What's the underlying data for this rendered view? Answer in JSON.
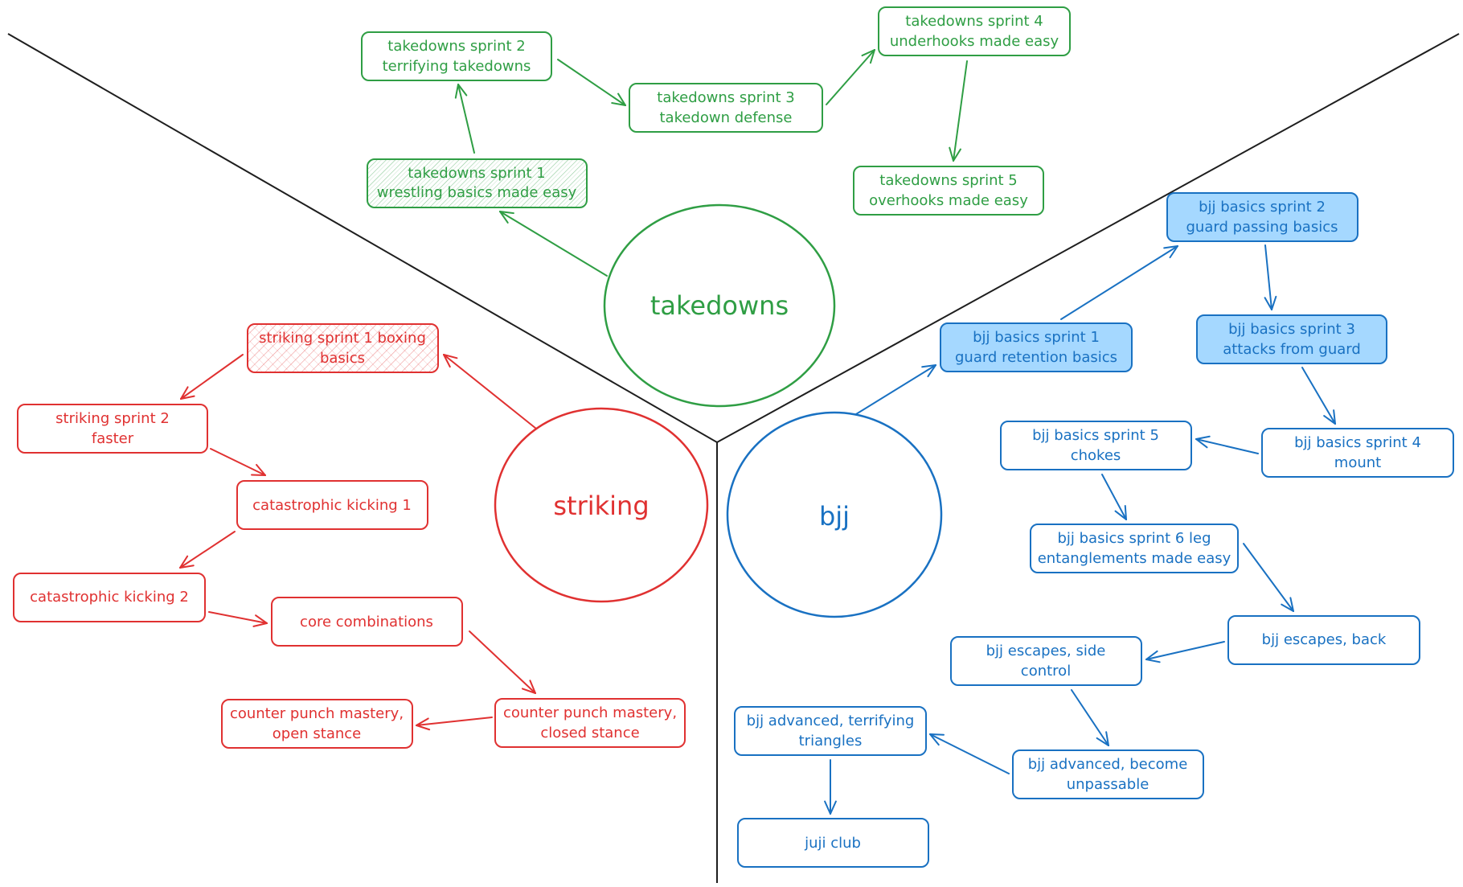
{
  "colors": {
    "green": "#2f9e44",
    "green_fill": "#b2f2bb",
    "red": "#e03131",
    "red_fill": "#ffc9c9",
    "blue": "#1971c2",
    "blue_fill": "#a5d8ff",
    "divider": "#1e1e1e"
  },
  "hubs": {
    "takedowns": "takedowns",
    "striking": "striking",
    "bjj": "bjj"
  },
  "nodes": {
    "td1": [
      "takedowns sprint 1",
      "wrestling basics made easy"
    ],
    "td2": [
      "takedowns sprint 2",
      "terrifying takedowns"
    ],
    "td3": [
      "takedowns sprint 3",
      "takedown defense"
    ],
    "td4": [
      "takedowns sprint 4",
      "underhooks made easy"
    ],
    "td5": [
      "takedowns sprint 5",
      "overhooks made easy"
    ],
    "st1": [
      "striking sprint 1 boxing",
      "basics"
    ],
    "st2": [
      "striking sprint 2",
      "faster"
    ],
    "st3": [
      "catastrophic kicking 1"
    ],
    "st4": [
      "catastrophic kicking 2"
    ],
    "st5": [
      "core combinations"
    ],
    "st6": [
      "counter punch mastery,",
      "closed stance"
    ],
    "st7": [
      "counter punch mastery,",
      "open stance"
    ],
    "bj1": [
      "bjj basics sprint 1",
      "guard retention basics"
    ],
    "bj2": [
      "bjj basics sprint 2",
      "guard passing basics"
    ],
    "bj3": [
      "bjj basics sprint 3",
      "attacks from guard"
    ],
    "bj4": [
      "bjj basics sprint 4",
      "mount"
    ],
    "bj5": [
      "bjj basics sprint 5",
      "chokes"
    ],
    "bj6": [
      "bjj basics sprint 6 leg",
      "entanglements made easy"
    ],
    "bj7": [
      "bjj escapes, back"
    ],
    "bj8": [
      "bjj escapes, side",
      "control"
    ],
    "bj9": [
      "bjj advanced, become",
      "unpassable"
    ],
    "bj10": [
      "bjj advanced, terrifying",
      "triangles"
    ],
    "bj11": [
      "juji club"
    ]
  },
  "edges": [
    [
      "hub_takedowns",
      "td1"
    ],
    [
      "td1",
      "td2"
    ],
    [
      "td2",
      "td3"
    ],
    [
      "td3",
      "td4"
    ],
    [
      "td4",
      "td5"
    ],
    [
      "hub_striking",
      "st1"
    ],
    [
      "st1",
      "st2"
    ],
    [
      "st2",
      "st3"
    ],
    [
      "st3",
      "st4"
    ],
    [
      "st4",
      "st5"
    ],
    [
      "st5",
      "st6"
    ],
    [
      "st6",
      "st7"
    ],
    [
      "hub_bjj",
      "bj1"
    ],
    [
      "bj1",
      "bj2"
    ],
    [
      "bj2",
      "bj3"
    ],
    [
      "bj3",
      "bj4"
    ],
    [
      "bj4",
      "bj5"
    ],
    [
      "bj5",
      "bj6"
    ],
    [
      "bj6",
      "bj7"
    ],
    [
      "bj7",
      "bj8"
    ],
    [
      "bj8",
      "bj9"
    ],
    [
      "bj9",
      "bj10"
    ],
    [
      "bj10",
      "bj11"
    ]
  ]
}
